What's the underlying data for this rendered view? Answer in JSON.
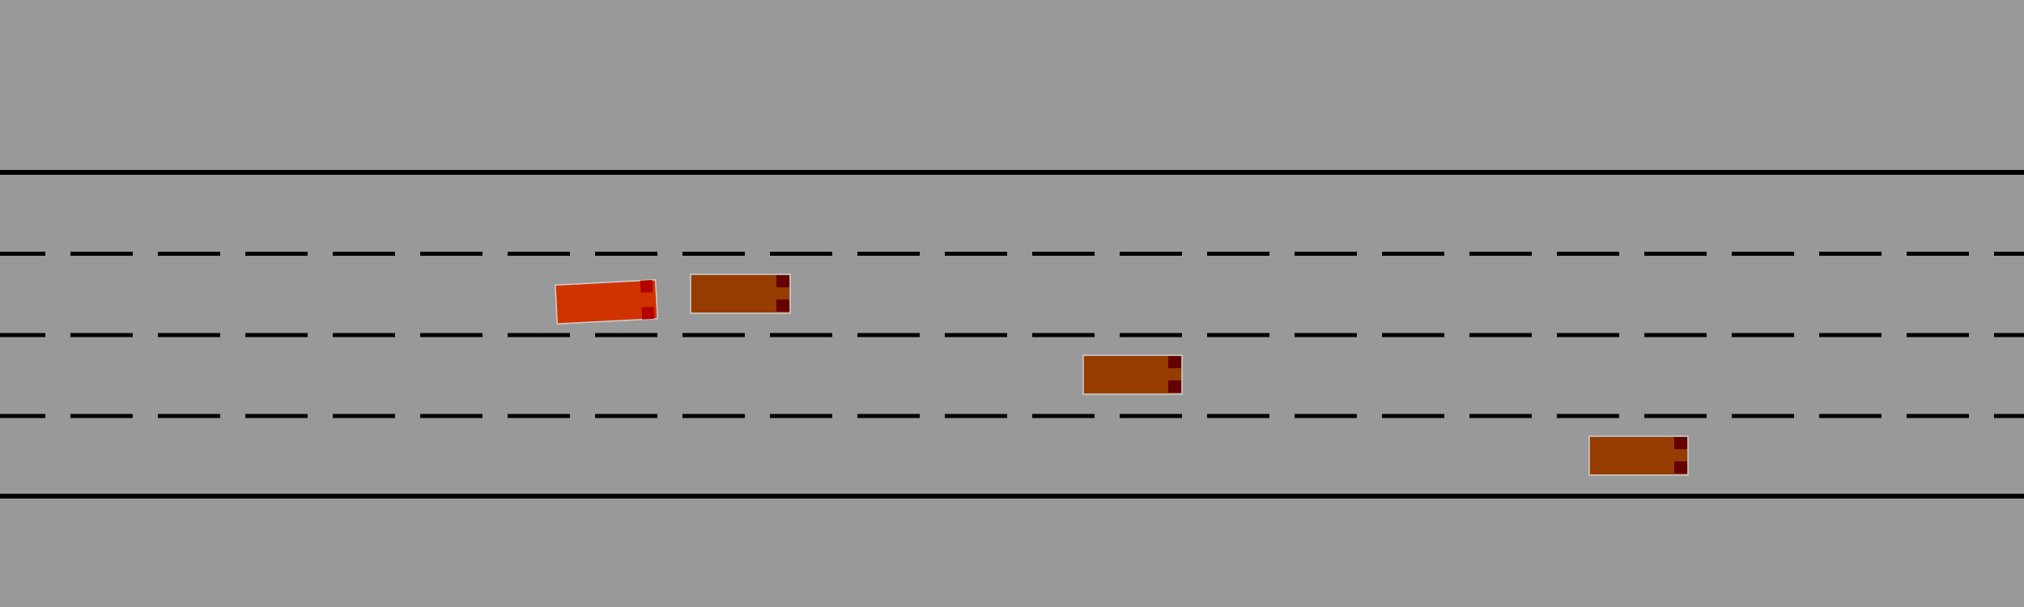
{
  "colors": {
    "background": "#999999",
    "road_line": "#000000",
    "ego_vehicle": "#d03200",
    "ego_light": "#b40000",
    "other_vehicle": "#963c00",
    "other_light": "#640000",
    "vehicle_outline": "#cfcfcf"
  },
  "road": {
    "lane_count": 4,
    "edge_line_style": "solid",
    "divider_line_style": "dashed"
  },
  "vehicles": [
    {
      "id": "ego",
      "kind": "ego",
      "lane_index": 1,
      "heading": "right",
      "tilted": true
    },
    {
      "id": "car-1",
      "kind": "other",
      "lane_index": 1,
      "heading": "right",
      "tilted": false
    },
    {
      "id": "car-2",
      "kind": "other",
      "lane_index": 2,
      "heading": "right",
      "tilted": false
    },
    {
      "id": "car-3",
      "kind": "other",
      "lane_index": 3,
      "heading": "right",
      "tilted": false
    }
  ]
}
